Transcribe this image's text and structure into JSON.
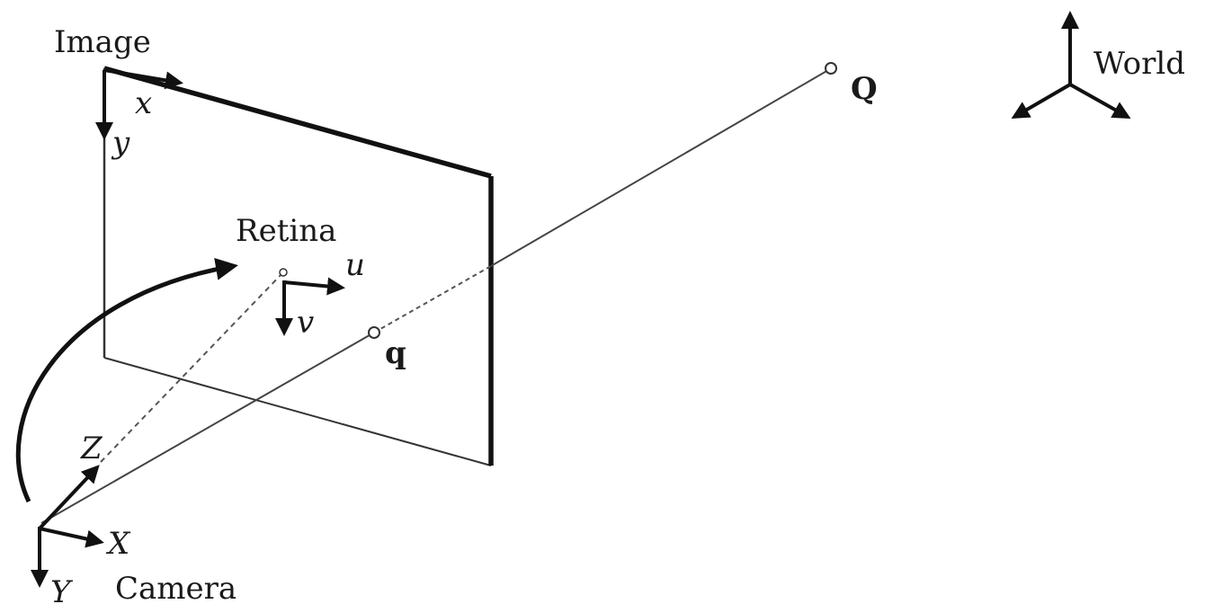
{
  "labels": {
    "image": "Image",
    "image_x": "x",
    "image_y": "y",
    "retina": "Retina",
    "retina_u": "u",
    "retina_v": "v",
    "point_q": "q",
    "point_Q": "Q",
    "world": "World",
    "camera": "Camera",
    "camera_X": "X",
    "camera_Y": "Y",
    "camera_Z": "Z"
  }
}
